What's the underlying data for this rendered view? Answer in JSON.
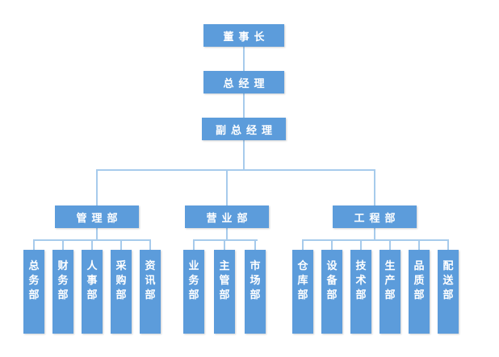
{
  "diagram": {
    "type": "org-chart",
    "root": "董事长",
    "level2": "总经理",
    "level3": "副总经理",
    "branches": [
      {
        "label": "管理部",
        "children": [
          "总务部",
          "财务部",
          "人事部",
          "采购部",
          "资讯部"
        ]
      },
      {
        "label": "营业部",
        "children": [
          "业务部",
          "主管部",
          "市场部"
        ]
      },
      {
        "label": "工程部",
        "children": [
          "仓库部",
          "设备部",
          "技术部",
          "生产部",
          "品质部",
          "配送部"
        ]
      }
    ]
  },
  "colors": {
    "node_fill": "#5C9CDB",
    "connector": "#A7CBEC",
    "node_text": "#FFFFFF",
    "background": "#FFFFFF"
  }
}
